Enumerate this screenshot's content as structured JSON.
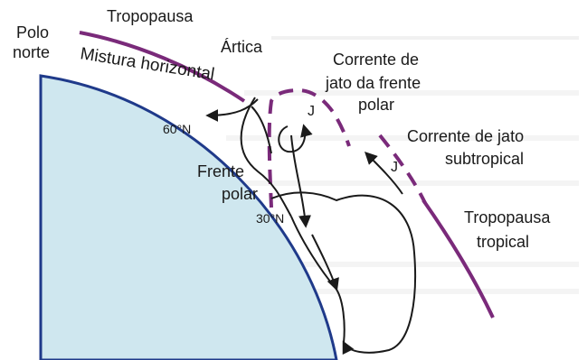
{
  "labels": {
    "polo_line1": "Polo",
    "polo_line2": "norte",
    "tropopausa_artica_line1": "Tropopausa",
    "tropopausa_artica_line2": "Ártica",
    "mistura_horizontal": "Mistura horizontal",
    "lat_60": "60°N",
    "frente_polar_line1": "Frente",
    "frente_polar_line2": "polar",
    "lat_30": "30°N",
    "jet_polar_line1": "Corrente de",
    "jet_polar_line2": "jato da frente",
    "jet_polar_line3": "polar",
    "jet_subtropical_line1": "Corrente de jato",
    "jet_subtropical_line2": "subtropical",
    "tropopausa_tropical_line1": "Tropopausa",
    "tropopausa_tropical_line2": "tropical",
    "jet_marker_1": "J",
    "jet_marker_2": "J"
  },
  "colors": {
    "earth_fill": "#cfe7ef",
    "earth_outline": "#1f3a8a",
    "tropopause": "#7a2a7a",
    "flow_lines": "#1a1a1a",
    "background_text": "#dcdcdc"
  }
}
